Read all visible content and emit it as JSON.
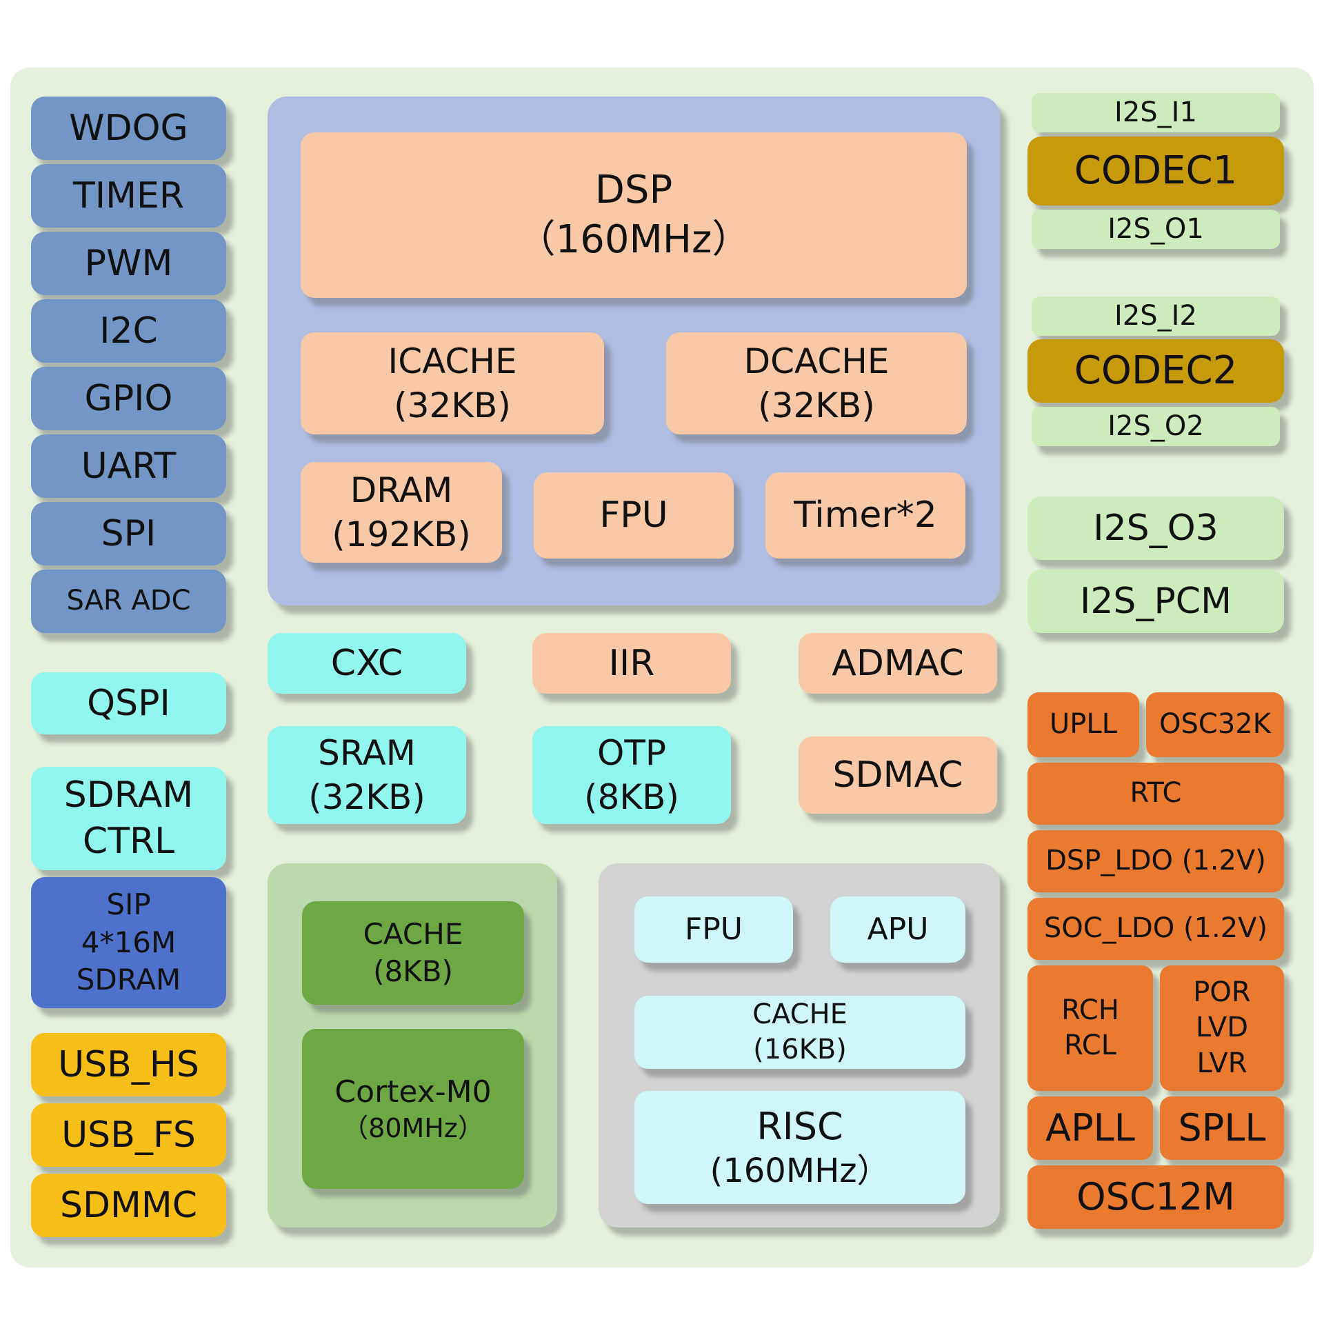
{
  "left": {
    "peripherals": [
      "WDOG",
      "TIMER",
      "PWM",
      "I2C",
      "GPIO",
      "UART",
      "SPI",
      "SAR ADC"
    ],
    "qspi": "QSPI",
    "sdram_ctrl": [
      "SDRAM",
      "CTRL"
    ],
    "sip": [
      "SIP",
      "4*16M",
      "SDRAM"
    ],
    "usb_hs": "USB_HS",
    "usb_fs": "USB_FS",
    "sdmmc": "SDMMC"
  },
  "dsp": {
    "core": [
      "DSP",
      "（160MHz）"
    ],
    "icache": [
      "ICACHE",
      "(32KB)"
    ],
    "dcache": [
      "DCACHE",
      "(32KB)"
    ],
    "dram": [
      "DRAM",
      "(192KB)"
    ],
    "fpu": "FPU",
    "timer": "Timer*2"
  },
  "mid": {
    "cxc": "CXC",
    "iir": "IIR",
    "admac": "ADMAC",
    "sram": [
      "SRAM",
      "(32KB)"
    ],
    "otp": [
      "OTP",
      "(8KB)"
    ],
    "sdmac": "SDMAC"
  },
  "mcu": {
    "cache": [
      "CACHE",
      "(8KB)"
    ],
    "core": [
      "Cortex-M0",
      "（80MHz）"
    ]
  },
  "risc": {
    "fpu": "FPU",
    "apu": "APU",
    "cache": [
      "CACHE",
      "(16KB)"
    ],
    "core": [
      "RISC",
      "(160MHz）"
    ]
  },
  "audio": {
    "i2s_i1": "I2S_I1",
    "codec1": "CODEC1",
    "i2s_o1": "I2S_O1",
    "i2s_i2": "I2S_I2",
    "codec2": "CODEC2",
    "i2s_o2": "I2S_O2",
    "i2s_o3": "I2S_O3",
    "i2s_pcm": "I2S_PCM"
  },
  "power": {
    "upll": "UPLL",
    "osc32k": "OSC32K",
    "rtc": "RTC",
    "dsp_ldo": "DSP_LDO (1.2V)",
    "soc_ldo": "SOC_LDO (1.2V)",
    "rch_rcl": [
      "RCH",
      "RCL"
    ],
    "por_lvd_lvr": [
      "POR",
      "LVD",
      "LVR"
    ],
    "apll": "APLL",
    "spll": "SPLL",
    "osc12m": "OSC12M"
  },
  "colors": {
    "panel_bg": "#E4F0DB",
    "peripheral_blue": "#7396C6",
    "memory_cyan": "#90F6EE",
    "sip_blue": "#4E72CC",
    "usb_gold": "#F6BE17",
    "dsp_container": "#AFBDE3",
    "dsp_peach": "#F9C9A7",
    "mcu_container": "#BBD9AC",
    "mcu_green": "#6DA845",
    "risc_container": "#D3D3D3",
    "risc_cyan": "#CFF7F9",
    "i2s_green": "#CEEBBD",
    "codec_gold": "#C79A0B",
    "power_orange": "#E97A30"
  }
}
